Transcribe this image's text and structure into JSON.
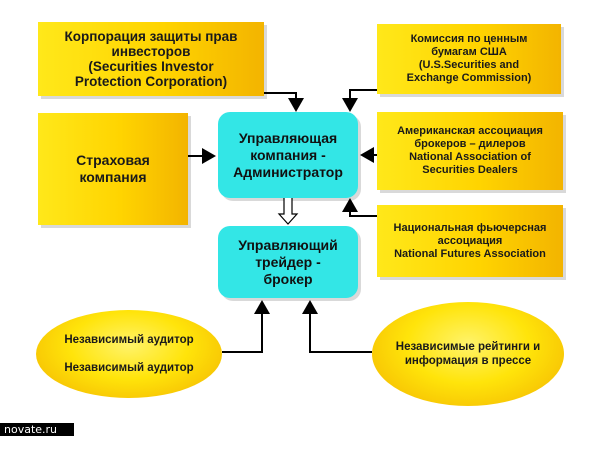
{
  "nodes": {
    "sipc": "Корпорация защиты прав\nинвесторов\n(Securities Investor\nProtection Corporation)",
    "insurance": "Страховая\nкомпания",
    "sec": "Комиссия по ценным\nбумагам США\n(U.S.Securities and\nExchange Commission)",
    "nasd": "Американская ассоциация\nброкеров – дилеров\nNational Association of\nSecurities Dealers",
    "nfa": "Национальная фьючерсная\nассоциация\nNational Futures Association",
    "admin": "Управляющая\nкомпания -\nАдминистратор",
    "broker": "Управляющий\nтрейдер -\nброкер",
    "auditor_line1": "Независимый аудитор",
    "auditor_line2": "Независимый аудитор",
    "ratings": "Независимые рейтинги и\nинформация в прессе"
  },
  "watermark": "novate.ru",
  "colors": {
    "yellow": "#ffd400",
    "cyan": "#33e6e6",
    "arrow": "#000000"
  }
}
